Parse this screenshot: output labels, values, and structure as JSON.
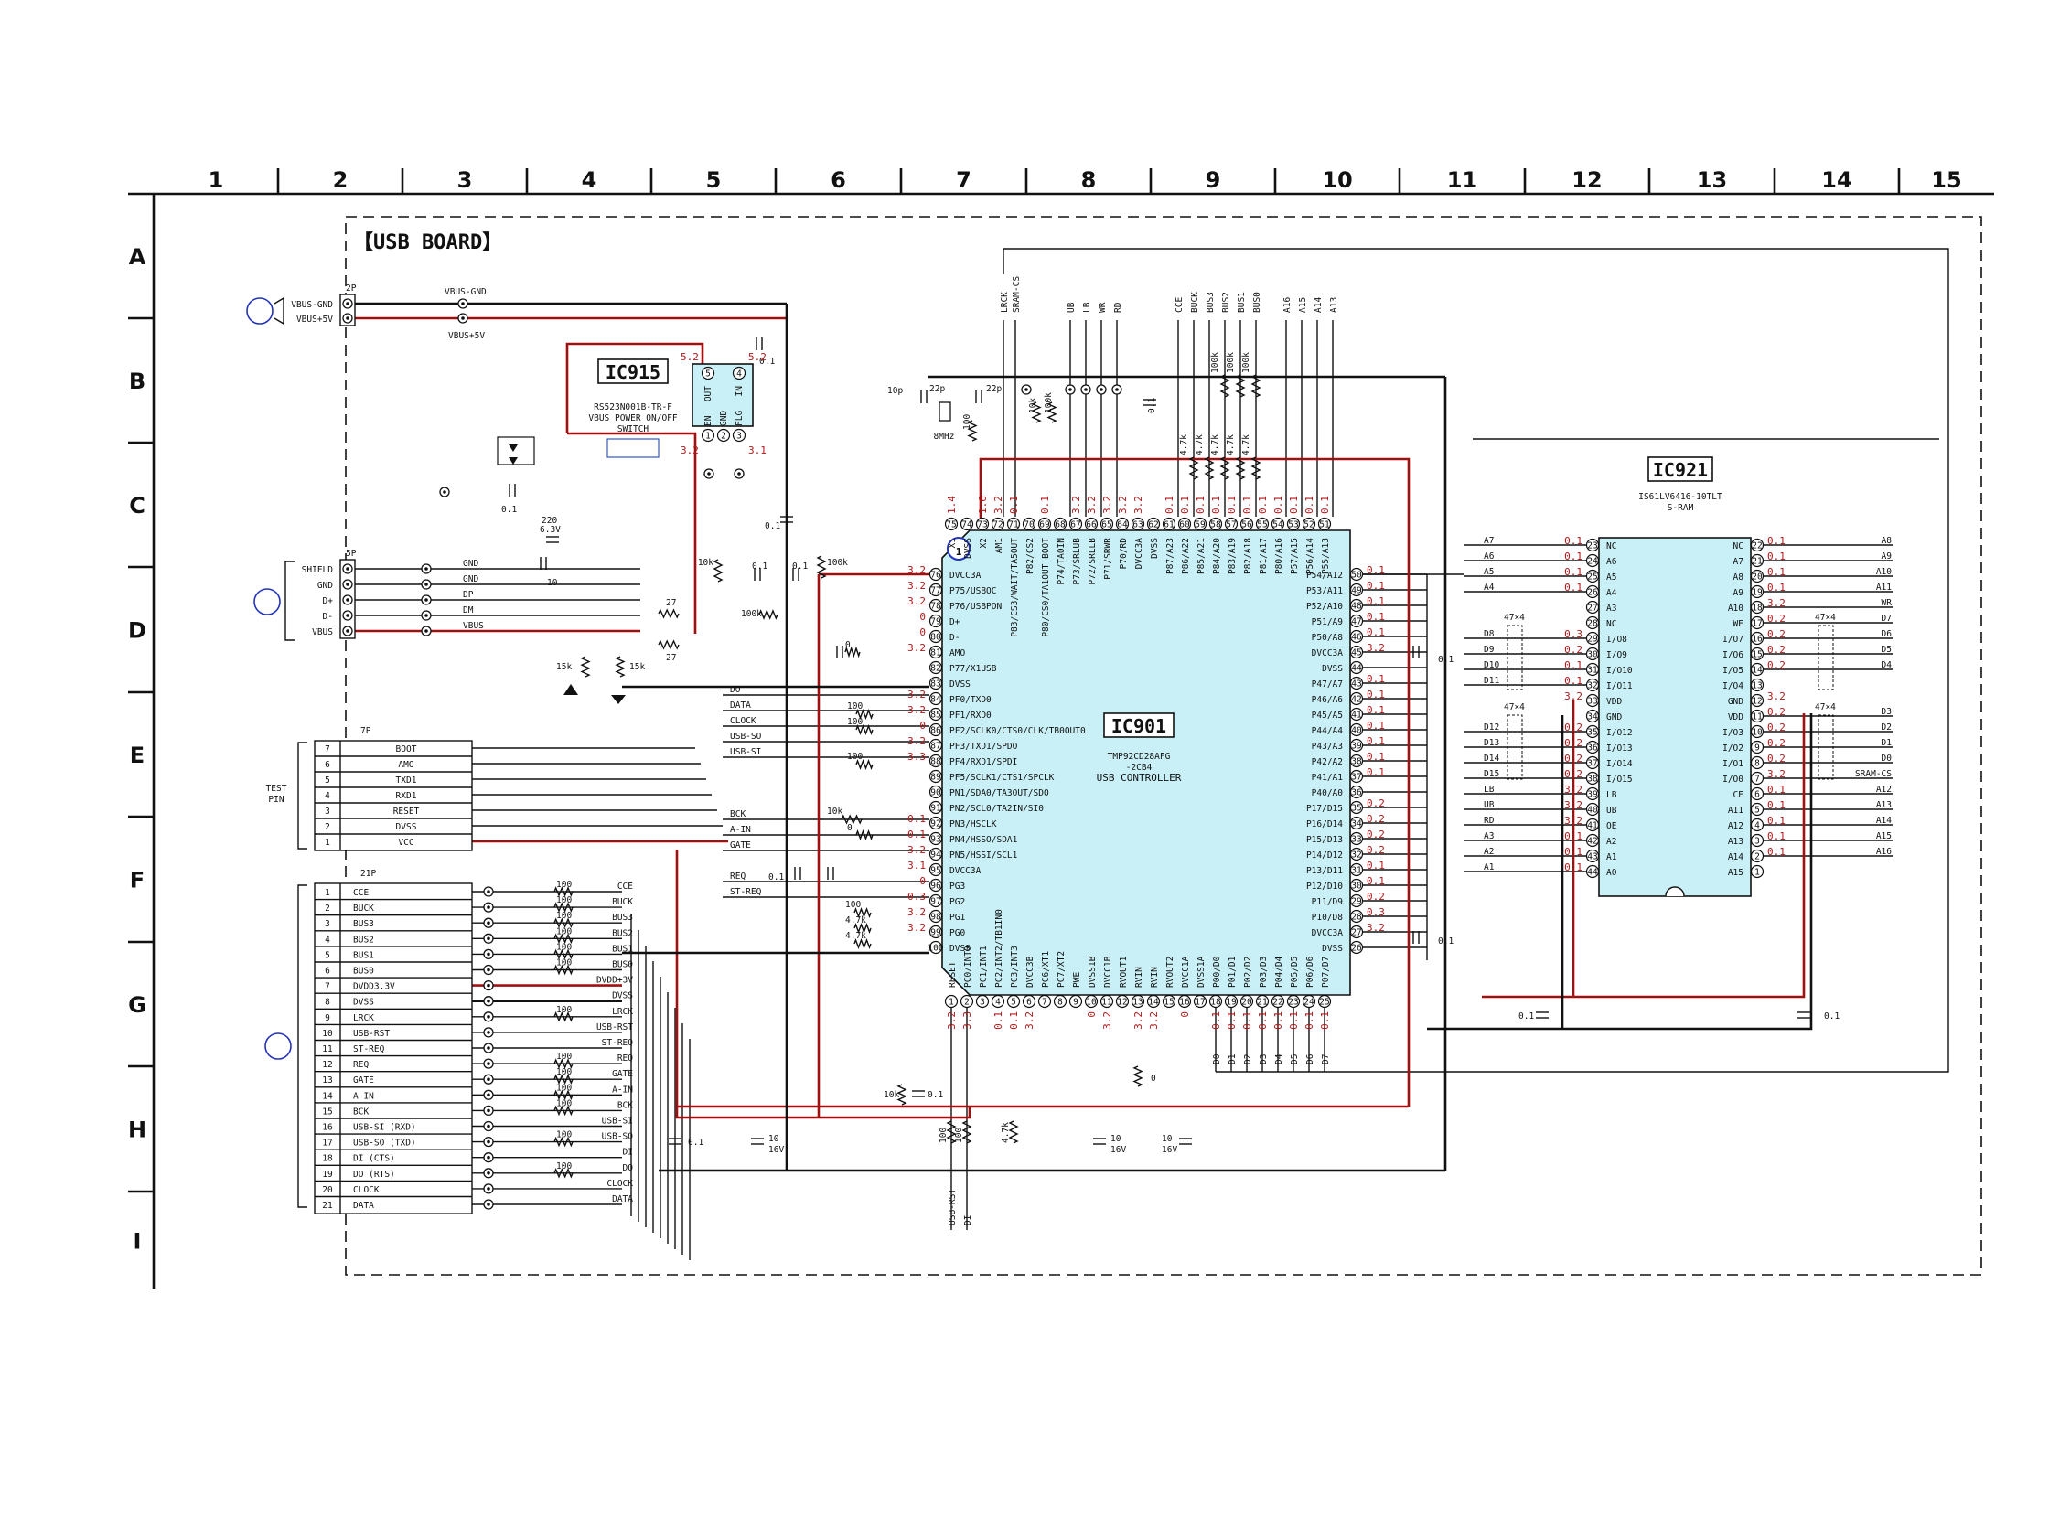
{
  "board_title": "【USB BOARD】",
  "grid": {
    "columns": [
      "1",
      "2",
      "3",
      "4",
      "5",
      "6",
      "7",
      "8",
      "9",
      "10",
      "11",
      "12",
      "13",
      "14",
      "15"
    ],
    "rows": [
      "A",
      "B",
      "C",
      "D",
      "E",
      "F",
      "G",
      "H",
      "I"
    ]
  },
  "colors": {
    "chip_fill": "#c8f0f6",
    "power_trace": "#a01010",
    "ground_trace": "#111111",
    "voltage_text": "#b01818"
  },
  "ic915": {
    "ref": "IC915",
    "part": "RS523N001B-TR-F",
    "desc1": "VBUS POWER ON/OFF",
    "desc2": "SWITCH",
    "pins": [
      {
        "num": "5",
        "name": "OUT",
        "v": "5.2"
      },
      {
        "num": "4",
        "name": "IN",
        "v": "5.2"
      },
      {
        "num": "1",
        "name": "EN",
        "v": "3.2"
      },
      {
        "num": "2",
        "name": "GND",
        "v": ""
      },
      {
        "num": "3",
        "name": "FLG",
        "v": "3.1"
      }
    ]
  },
  "ic901": {
    "ref": "IC901",
    "part1": "TMP92CD28AFG",
    "part2": "-2CB4",
    "desc": "USB CONTROLLER",
    "pin1_marker": "1",
    "left_pins": [
      {
        "num": "76",
        "name": "DVCC3A",
        "v": "3.2"
      },
      {
        "num": "77",
        "name": "P75/USBOC",
        "v": "3.2"
      },
      {
        "num": "78",
        "name": "P76/USBPON",
        "v": "3.2"
      },
      {
        "num": "79",
        "name": "D+",
        "v": "0"
      },
      {
        "num": "80",
        "name": "D-",
        "v": "0"
      },
      {
        "num": "81",
        "name": "AMO",
        "v": "3.2"
      },
      {
        "num": "82",
        "name": "P77/X1USB",
        "v": ""
      },
      {
        "num": "83",
        "name": "DVSS",
        "v": ""
      },
      {
        "num": "84",
        "name": "PF0/TXD0",
        "v": "3.2"
      },
      {
        "num": "85",
        "name": "PF1/RXD0",
        "v": "3.2"
      },
      {
        "num": "86",
        "name": "PF2/SCLK0/CTS0/CLK/TB0OUT0",
        "v": "0"
      },
      {
        "num": "87",
        "name": "PF3/TXD1/SPDO",
        "v": "3.2"
      },
      {
        "num": "88",
        "name": "PF4/RXD1/SPDI",
        "v": "3.3"
      },
      {
        "num": "89",
        "name": "PF5/SCLK1/CTS1/SPCLK",
        "v": ""
      },
      {
        "num": "90",
        "name": "PN1/SDA0/TA3OUT/SDO",
        "v": ""
      },
      {
        "num": "91",
        "name": "PN2/SCL0/TA2IN/SI0",
        "v": ""
      },
      {
        "num": "92",
        "name": "PN3/HSCLK",
        "v": "0.1"
      },
      {
        "num": "93",
        "name": "PN4/HSSO/SDA1",
        "v": "0.1"
      },
      {
        "num": "94",
        "name": "PN5/HSSI/SCL1",
        "v": "3.2"
      },
      {
        "num": "95",
        "name": "DVCC3A",
        "v": "3.1"
      },
      {
        "num": "96",
        "name": "PG3",
        "v": "0"
      },
      {
        "num": "97",
        "name": "PG2",
        "v": "0.3"
      },
      {
        "num": "98",
        "name": "PG1",
        "v": "3.2"
      },
      {
        "num": "99",
        "name": "PG0",
        "v": "3.2"
      },
      {
        "num": "100",
        "name": "DVSS",
        "v": ""
      }
    ],
    "right_pins": [
      {
        "num": "50",
        "name": "P54/A12",
        "v": "0.1"
      },
      {
        "num": "49",
        "name": "P53/A11",
        "v": "0.1"
      },
      {
        "num": "48",
        "name": "P52/A10",
        "v": "0.1"
      },
      {
        "num": "47",
        "name": "P51/A9",
        "v": "0.1"
      },
      {
        "num": "46",
        "name": "P50/A8",
        "v": "0.1"
      },
      {
        "num": "45",
        "name": "DVCC3A",
        "v": "3.2"
      },
      {
        "num": "44",
        "name": "DVSS",
        "v": ""
      },
      {
        "num": "43",
        "name": "P47/A7",
        "v": "0.1"
      },
      {
        "num": "42",
        "name": "P46/A6",
        "v": "0.1"
      },
      {
        "num": "41",
        "name": "P45/A5",
        "v": "0.1"
      },
      {
        "num": "40",
        "name": "P44/A4",
        "v": "0.1"
      },
      {
        "num": "39",
        "name": "P43/A3",
        "v": "0.1"
      },
      {
        "num": "38",
        "name": "P42/A2",
        "v": "0.1"
      },
      {
        "num": "37",
        "name": "P41/A1",
        "v": "0.1"
      },
      {
        "num": "36",
        "name": "P40/A0",
        "v": ""
      },
      {
        "num": "35",
        "name": "P17/D15",
        "v": "0.2"
      },
      {
        "num": "34",
        "name": "P16/D14",
        "v": "0.2"
      },
      {
        "num": "33",
        "name": "P15/D13",
        "v": "0.2"
      },
      {
        "num": "32",
        "name": "P14/D12",
        "v": "0.2"
      },
      {
        "num": "31",
        "name": "P13/D11",
        "v": "0.1"
      },
      {
        "num": "30",
        "name": "P12/D10",
        "v": "0.1"
      },
      {
        "num": "29",
        "name": "P11/D9",
        "v": "0.2"
      },
      {
        "num": "28",
        "name": "P10/D8",
        "v": "0.3"
      },
      {
        "num": "27",
        "name": "DVCC3A",
        "v": "3.2"
      },
      {
        "num": "26",
        "name": "DVSS",
        "v": ""
      }
    ],
    "top_pins": [
      {
        "num": "75",
        "name": "X1",
        "v": "1.4"
      },
      {
        "num": "74",
        "name": "DVSS",
        "v": ""
      },
      {
        "num": "73",
        "name": "X2",
        "v": "1.6"
      },
      {
        "num": "72",
        "name": "AM1",
        "v": "3.2"
      },
      {
        "num": "71",
        "name": "P83/CS3/WAIT/TA5OUT",
        "v": "0.1"
      },
      {
        "num": "70",
        "name": "P82/CS2",
        "v": ""
      },
      {
        "num": "69",
        "name": "P80/CS0/TA1OUT BOOT",
        "v": "0.1"
      },
      {
        "num": "68",
        "name": "P74/TA0IN",
        "v": ""
      },
      {
        "num": "67",
        "name": "P73/SRLUB",
        "v": "3.2"
      },
      {
        "num": "66",
        "name": "P72/SRLLB",
        "v": "3.2"
      },
      {
        "num": "65",
        "name": "P71/SRWR",
        "v": "3.2"
      },
      {
        "num": "64",
        "name": "P70/RD",
        "v": "3.2"
      },
      {
        "num": "63",
        "name": "DVCC3A",
        "v": "3.2"
      },
      {
        "num": "62",
        "name": "DVSS",
        "v": ""
      },
      {
        "num": "61",
        "name": "P87/A23",
        "v": "0.1"
      },
      {
        "num": "60",
        "name": "P86/A22",
        "v": "0.1"
      },
      {
        "num": "59",
        "name": "P85/A21",
        "v": "0.1"
      },
      {
        "num": "58",
        "name": "P84/A20",
        "v": "0.1"
      },
      {
        "num": "57",
        "name": "P83/A19",
        "v": "0.1"
      },
      {
        "num": "56",
        "name": "P82/A18",
        "v": "0.1"
      },
      {
        "num": "55",
        "name": "P81/A17",
        "v": "0.1"
      },
      {
        "num": "54",
        "name": "P80/A16",
        "v": "0.1"
      },
      {
        "num": "53",
        "name": "P57/A15",
        "v": "0.1"
      },
      {
        "num": "52",
        "name": "P56/A14",
        "v": "0.1"
      },
      {
        "num": "51",
        "name": "P55/A13",
        "v": "0.1"
      }
    ],
    "bottom_pins": [
      {
        "num": "1",
        "name": "RESET",
        "v": "3.2"
      },
      {
        "num": "2",
        "name": "PC0/INT0",
        "v": "3.3"
      },
      {
        "num": "3",
        "name": "PC1/INT1",
        "v": ""
      },
      {
        "num": "4",
        "name": "PC2/INT2/TB1IN0",
        "v": "0.1"
      },
      {
        "num": "5",
        "name": "PC3/INT3",
        "v": "0.1"
      },
      {
        "num": "6",
        "name": "DVCC3B",
        "v": "3.2"
      },
      {
        "num": "7",
        "name": "PC6/XT1",
        "v": ""
      },
      {
        "num": "8",
        "name": "PC7/XT2",
        "v": ""
      },
      {
        "num": "9",
        "name": "PWE",
        "v": ""
      },
      {
        "num": "10",
        "name": "DVSS1B",
        "v": "0"
      },
      {
        "num": "11",
        "name": "DVCC1B",
        "v": "3.2"
      },
      {
        "num": "12",
        "name": "RVOUT1",
        "v": ""
      },
      {
        "num": "13",
        "name": "RVIN",
        "v": "3.2"
      },
      {
        "num": "14",
        "name": "RVIN",
        "v": "3.2"
      },
      {
        "num": "15",
        "name": "RVOUT2",
        "v": ""
      },
      {
        "num": "16",
        "name": "DVCC1A",
        "v": "0"
      },
      {
        "num": "17",
        "name": "DVSS1A",
        "v": ""
      },
      {
        "num": "18",
        "name": "P00/D0",
        "v": "0.1"
      },
      {
        "num": "19",
        "name": "P01/D1",
        "v": "0.1"
      },
      {
        "num": "20",
        "name": "P02/D2",
        "v": "0.1"
      },
      {
        "num": "21",
        "name": "P03/D3",
        "v": "0.1"
      },
      {
        "num": "22",
        "name": "P04/D4",
        "v": "0.1"
      },
      {
        "num": "23",
        "name": "P05/D5",
        "v": "0.1"
      },
      {
        "num": "24",
        "name": "P06/D6",
        "v": "0.1"
      },
      {
        "num": "25",
        "name": "P07/D7",
        "v": "0.1"
      }
    ]
  },
  "ic921": {
    "ref": "IC921",
    "part": "IS61LV6416-10TLT",
    "desc": "S-RAM",
    "left_pins": [
      {
        "num": "23",
        "name": "NC",
        "v": "0.1",
        "net": "A7"
      },
      {
        "num": "24",
        "name": "A6",
        "v": "0.1",
        "net": "A6"
      },
      {
        "num": "25",
        "name": "A5",
        "v": "0.1",
        "net": "A5"
      },
      {
        "num": "26",
        "name": "A4",
        "v": "0.1",
        "net": "A4"
      },
      {
        "num": "27",
        "name": "A3",
        "v": "",
        "net": ""
      },
      {
        "num": "28",
        "name": "NC",
        "v": "",
        "net": ""
      },
      {
        "num": "29",
        "name": "I/O8",
        "v": "0.3",
        "net": "D8"
      },
      {
        "num": "30",
        "name": "I/O9",
        "v": "0.2",
        "net": "D9"
      },
      {
        "num": "31",
        "name": "I/O10",
        "v": "0.1",
        "net": "D10"
      },
      {
        "num": "32",
        "name": "I/O11",
        "v": "0.1",
        "net": "D11"
      },
      {
        "num": "33",
        "name": "VDD",
        "v": "3.2",
        "net": ""
      },
      {
        "num": "34",
        "name": "GND",
        "v": "",
        "net": ""
      },
      {
        "num": "35",
        "name": "I/O12",
        "v": "0.2",
        "net": "D12"
      },
      {
        "num": "36",
        "name": "I/O13",
        "v": "0.2",
        "net": "D13"
      },
      {
        "num": "37",
        "name": "I/O14",
        "v": "0.2",
        "net": "D14"
      },
      {
        "num": "38",
        "name": "I/O15",
        "v": "0.2",
        "net": "D15"
      },
      {
        "num": "39",
        "name": "LB",
        "v": "3.2",
        "net": "LB"
      },
      {
        "num": "40",
        "name": "UB",
        "v": "3.2",
        "net": "UB"
      },
      {
        "num": "41",
        "name": "OE",
        "v": "3.2",
        "net": "RD"
      },
      {
        "num": "42",
        "name": "A2",
        "v": "0.1",
        "net": "A3"
      },
      {
        "num": "43",
        "name": "A1",
        "v": "0.1",
        "net": "A2"
      },
      {
        "num": "44",
        "name": "A0",
        "v": "0.1",
        "net": "A1"
      }
    ],
    "right_pins": [
      {
        "num": "22",
        "name": "NC",
        "v": "0.1",
        "net": "A8"
      },
      {
        "num": "21",
        "name": "A7",
        "v": "0.1",
        "net": "A9"
      },
      {
        "num": "20",
        "name": "A8",
        "v": "0.1",
        "net": "A10"
      },
      {
        "num": "19",
        "name": "A9",
        "v": "0.1",
        "net": "A11"
      },
      {
        "num": "18",
        "name": "A10",
        "v": "3.2",
        "net": "WR"
      },
      {
        "num": "17",
        "name": "WE",
        "v": "0.2",
        "net": "D7"
      },
      {
        "num": "16",
        "name": "I/O7",
        "v": "0.2",
        "net": "D6"
      },
      {
        "num": "15",
        "name": "I/O6",
        "v": "0.2",
        "net": "D5"
      },
      {
        "num": "14",
        "name": "I/O5",
        "v": "0.2",
        "net": "D4"
      },
      {
        "num": "13",
        "name": "I/O4",
        "v": "",
        "net": ""
      },
      {
        "num": "12",
        "name": "GND",
        "v": "3.2",
        "net": ""
      },
      {
        "num": "11",
        "name": "VDD",
        "v": "0.2",
        "net": "D3"
      },
      {
        "num": "10",
        "name": "I/O3",
        "v": "0.2",
        "net": "D2"
      },
      {
        "num": "9",
        "name": "I/O2",
        "v": "0.2",
        "net": "D1"
      },
      {
        "num": "8",
        "name": "I/O1",
        "v": "0.2",
        "net": "D0"
      },
      {
        "num": "7",
        "name": "I/O0",
        "v": "3.2",
        "net": "SRAM-CS"
      },
      {
        "num": "6",
        "name": "CE",
        "v": "0.1",
        "net": "A12"
      },
      {
        "num": "5",
        "name": "A11",
        "v": "0.1",
        "net": "A13"
      },
      {
        "num": "4",
        "name": "A12",
        "v": "0.1",
        "net": "A14"
      },
      {
        "num": "3",
        "name": "A13",
        "v": "0.1",
        "net": "A15"
      },
      {
        "num": "2",
        "name": "A14",
        "v": "0.1",
        "net": "A16"
      },
      {
        "num": "1",
        "name": "A15",
        "v": "",
        "net": ""
      }
    ],
    "rnet_label": "47×4"
  },
  "conn_2p": {
    "ref": "2P",
    "pins": [
      "VBUS-GND",
      "VBUS+5V"
    ],
    "net_top": "VBUS-GND",
    "net_bottom": "VBUS+5V"
  },
  "conn_5p": {
    "ref": "5P",
    "pins": [
      "SHIELD",
      "GND",
      "D+",
      "D-",
      "VBUS"
    ],
    "nets": [
      "GND",
      "GND",
      "DP",
      "DM",
      "VBUS"
    ]
  },
  "conn_7p": {
    "ref": "7P",
    "title1": "TEST",
    "title2": "PIN",
    "rows": [
      {
        "num": "7",
        "name": "BOOT"
      },
      {
        "num": "6",
        "name": "AMO"
      },
      {
        "num": "5",
        "name": "TXD1"
      },
      {
        "num": "4",
        "name": "RXD1"
      },
      {
        "num": "3",
        "name": "RESET"
      },
      {
        "num": "2",
        "name": "DVSS"
      },
      {
        "num": "1",
        "name": "VCC"
      }
    ]
  },
  "conn_21p": {
    "ref": "21P",
    "rows": [
      {
        "num": "1",
        "name": "CCE",
        "net": "CCE",
        "r": "100"
      },
      {
        "num": "2",
        "name": "BUCK",
        "net": "BUCK",
        "r": "100"
      },
      {
        "num": "3",
        "name": "BUS3",
        "net": "BUS3",
        "r": "100"
      },
      {
        "num": "4",
        "name": "BUS2",
        "net": "BUS2",
        "r": "100"
      },
      {
        "num": "5",
        "name": "BUS1",
        "net": "BUS1",
        "r": "100"
      },
      {
        "num": "6",
        "name": "BUS0",
        "net": "BUS0",
        "r": "100"
      },
      {
        "num": "7",
        "name": "DVDD3.3V",
        "net": "DVDD+3V",
        "r": ""
      },
      {
        "num": "8",
        "name": "DVSS",
        "net": "DVSS",
        "r": ""
      },
      {
        "num": "9",
        "name": "LRCK",
        "net": "LRCK",
        "r": "100"
      },
      {
        "num": "10",
        "name": "USB-RST",
        "net": "USB-RST",
        "r": ""
      },
      {
        "num": "11",
        "name": "ST-REQ",
        "net": "ST-REQ",
        "r": ""
      },
      {
        "num": "12",
        "name": "REQ",
        "net": "REQ",
        "r": "100"
      },
      {
        "num": "13",
        "name": "GATE",
        "net": "GATE",
        "r": "100"
      },
      {
        "num": "14",
        "name": "A-IN",
        "net": "A-IN",
        "r": "100"
      },
      {
        "num": "15",
        "name": "BCK",
        "net": "BCK",
        "r": "100"
      },
      {
        "num": "16",
        "name": "USB-SI (RXD)",
        "net": "USB-SI",
        "r": ""
      },
      {
        "num": "17",
        "name": "USB-SO (TXD)",
        "net": "USB-SO",
        "r": "100"
      },
      {
        "num": "18",
        "name": "DI (CTS)",
        "net": "DI",
        "r": ""
      },
      {
        "num": "19",
        "name": "DO (RTS)",
        "net": "DO",
        "r": "100"
      },
      {
        "num": "20",
        "name": "CLOCK",
        "net": "CLOCK",
        "r": ""
      },
      {
        "num": "21",
        "name": "DATA",
        "net": "DATA",
        "r": ""
      }
    ]
  },
  "left_nets_ic901": [
    "DO",
    "DATA",
    "CLOCK",
    "USB-SO",
    "USB-SI",
    "BCK",
    "A-IN",
    "GATE",
    "REQ",
    "ST-REQ"
  ],
  "top_nets": [
    "LRCK",
    "SRAM-CS",
    "UB",
    "LB",
    "WR",
    "RD",
    "CCE",
    "BUCK",
    "BUS3",
    "BUS2",
    "BUS1",
    "BUS0",
    "A16",
    "A15",
    "A14",
    "A13"
  ],
  "right_nets_ic901": [
    "A12",
    "A11",
    "A10",
    "A9",
    "A8",
    "A7",
    "A6",
    "A5",
    "A4",
    "A3",
    "A2",
    "A1",
    "D15",
    "UB",
    "RD",
    "D13",
    "D12",
    "D11",
    "D10",
    "D9",
    "D8",
    "D12",
    "D13",
    "D14",
    "D15",
    "LB",
    "D8",
    "D9",
    "D10",
    "D11"
  ],
  "bottom_nets": [
    "USB-RST",
    "DI",
    "D0",
    "D1",
    "D2",
    "D3",
    "D4",
    "D5",
    "D6",
    "D7"
  ],
  "components": {
    "c_01": "0.1",
    "c_22p": "22p",
    "c_10p": "10p",
    "crystal": "8MHz",
    "c_220": "220",
    "c_63v": "6.3V",
    "c_10": "10",
    "c_16v": "16V",
    "r_27": "27",
    "r_15k": "15k",
    "r_10k": "10k",
    "r_100k": "100k",
    "r_47k": "4.7k",
    "r_100": "100",
    "r_0": "0",
    "r_470k": "4.7k"
  }
}
